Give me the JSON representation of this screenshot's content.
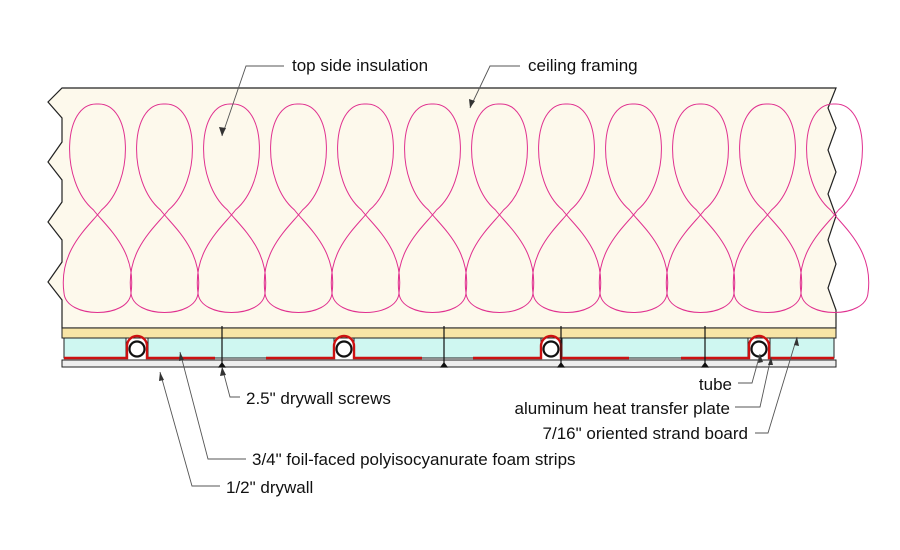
{
  "labels": {
    "top_side_insulation": "top side insulation",
    "ceiling_framing": "ceiling framing",
    "tube": "tube",
    "aluminum_plate": "aluminum heat transfer plate",
    "osb": "7/16\" oriented strand board",
    "drywall_screws": "2.5\" drywall screws",
    "foam_strips": "3/4\" foil-faced polyisocyanurate foam strips",
    "drywall": "1/2\" drywall"
  },
  "colors": {
    "insulation_fill": "#fdf9ec",
    "insulation_stroke": "#e0308f",
    "osb": "#f8e5a6",
    "foam": "#cff7f1",
    "drywall": "#eeeeee",
    "plate": "#cc1111",
    "outline": "#222222"
  }
}
